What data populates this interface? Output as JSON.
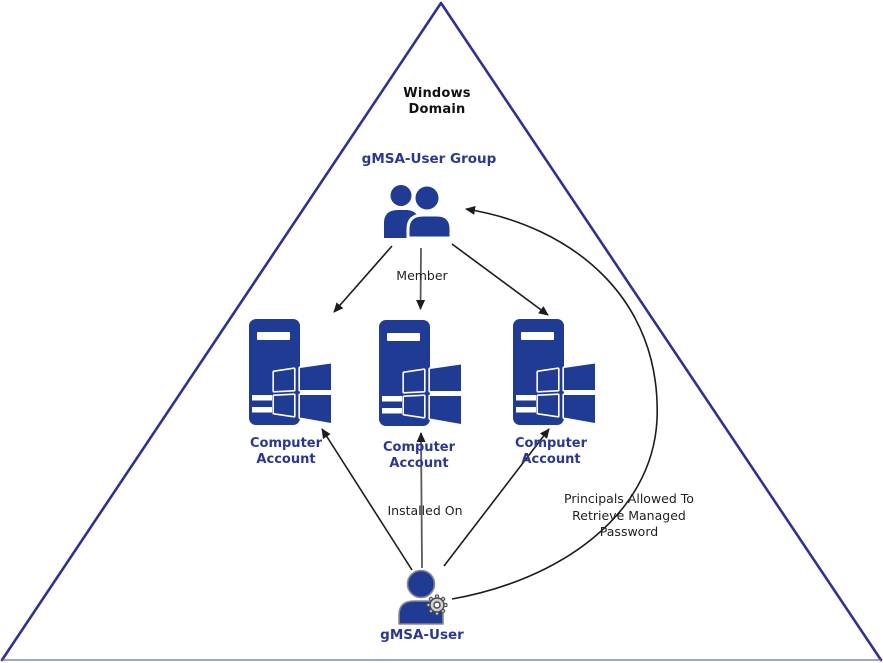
{
  "colors": {
    "icon_navy": "#1F3B94",
    "label_navy": "#2B3794",
    "triangle_border": "#2E3192",
    "arrow_black": "#1C1C1C",
    "arrow_gray": "#5A5A5A",
    "gear_gray": "#CFCFCF",
    "person_outline_gray": "#8A8A8A"
  },
  "triangle": {
    "title": "Windows Domain"
  },
  "group": {
    "label": "gMSA-User Group",
    "icon": "group-users-icon"
  },
  "relationships": {
    "member": "Member",
    "installed_on": "Installed On",
    "principals": "Principals Allowed To Retrieve Managed Password"
  },
  "computers": [
    {
      "label": "Computer Account",
      "icon": "server-windows-icon"
    },
    {
      "label": "Computer Account",
      "icon": "server-windows-icon"
    },
    {
      "label": "Computer Account",
      "icon": "server-windows-icon"
    }
  ],
  "user": {
    "label": "gMSA-User",
    "icon": "user-gear-icon"
  }
}
